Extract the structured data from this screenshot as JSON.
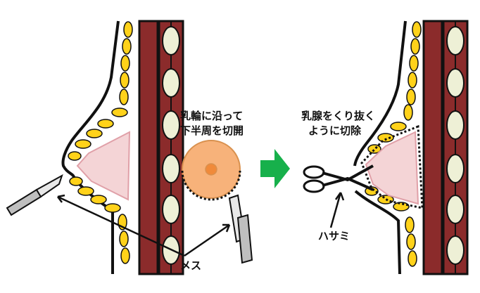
{
  "labels": {
    "incision_line1": "乳輪に沿って",
    "incision_line2": "下半周を切開",
    "excision_line1": "乳腺をくり抜く",
    "excision_line2": "ように切除",
    "scalpel": "メス",
    "scissors": "ハサミ"
  },
  "colors": {
    "muscle": "#8b2b2b",
    "fat_lobule": "#ffd21a",
    "rib_lobule": "#eef0d6",
    "gland": "#f4d4d6",
    "areola": "#f7b27a",
    "nipple": "#f08a3a",
    "arrow": "#17b04b",
    "outline": "#111111"
  },
  "icons": [
    "scalpel-icon",
    "scissors-icon",
    "transition-arrow-icon"
  ]
}
